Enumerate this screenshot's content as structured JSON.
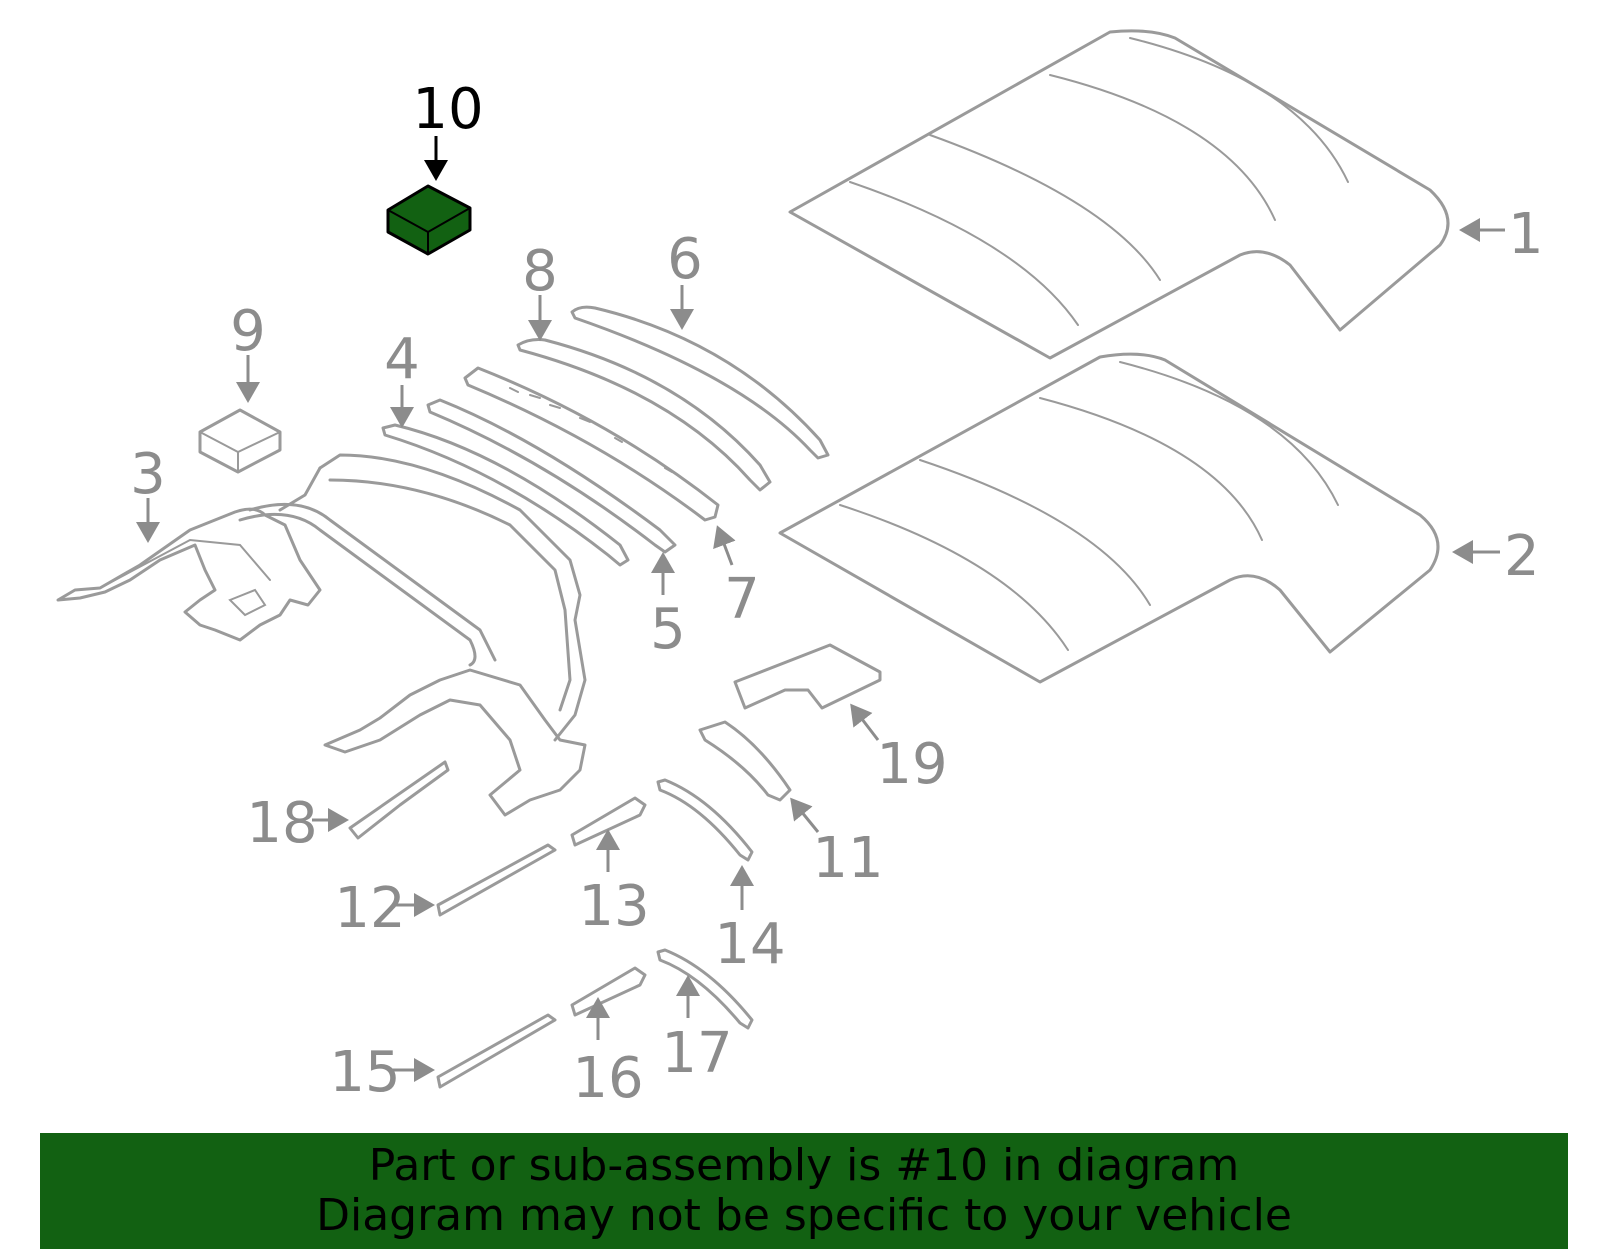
{
  "diagram": {
    "highlight_color": "#126112",
    "line_color": "#9a9a9a",
    "highlighted_part": "10",
    "callouts": [
      "1",
      "2",
      "3",
      "4",
      "5",
      "6",
      "7",
      "8",
      "9",
      "10",
      "11",
      "12",
      "13",
      "14",
      "15",
      "16",
      "17",
      "18",
      "19"
    ]
  },
  "banner": {
    "line1": "Part or sub-assembly is #10 in diagram",
    "line2": "Diagram may not be specific to your vehicle"
  }
}
